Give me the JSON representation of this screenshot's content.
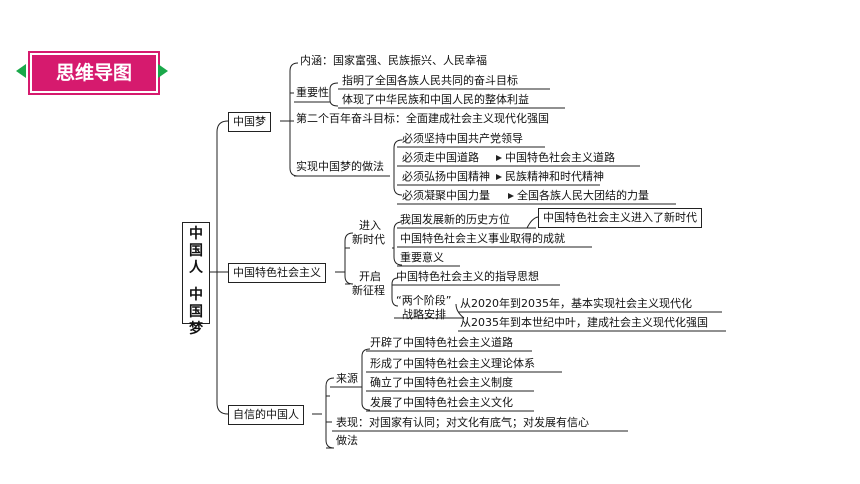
{
  "badge": {
    "title": "思维导图",
    "color": "#d61a6e",
    "accent": "#1aa84a"
  },
  "root": {
    "line1": "中国人",
    "line2": "中国梦"
  },
  "b1": {
    "label": "中国梦",
    "neihan": "内涵：国家富强、民族振兴、人民幸福",
    "zhongyao": "重要性",
    "zhongyao_items": [
      "指明了全国各族人民共同的奋斗目标",
      "体现了中华民族和中国人民的整体利益"
    ],
    "goal2": "第二个百年奋斗目标：全面建成社会主义现代化强国",
    "shixian": "实现中国梦的做法",
    "shixian_items": [
      {
        "left": "必须坚持中国共产党领导",
        "right": ""
      },
      {
        "left": "必须走中国道路",
        "right": "中国特色社会主义道路"
      },
      {
        "left": "必须弘扬中国精神",
        "right": "民族精神和时代精神"
      },
      {
        "left": "必须凝聚中国力量",
        "right": "全国各族人民大团结的力量"
      }
    ]
  },
  "b2": {
    "label": "中国特色社会主义",
    "jinru": [
      "进入",
      "新时代"
    ],
    "jinru_items": [
      "我国发展新的历史方位",
      "中国特色社会主义事业取得的成就",
      "重要意义"
    ],
    "new_era": "中国特色社会主义进入了新时代",
    "kaiqi": [
      "开启",
      "新征程"
    ],
    "zhidao": "中国特色社会主义的指导思想",
    "liangge": [
      "“两个阶段”",
      "战略安排"
    ],
    "stages": [
      "从2020年到2035年，基本实现社会主义现代化",
      "从2035年到本世纪中叶，建成社会主义现代化强国"
    ]
  },
  "b3": {
    "label": "自信的中国人",
    "laiyuan": "来源",
    "laiyuan_items": [
      "开辟了中国特色社会主义道路",
      "形成了中国特色社会主义理论体系",
      "确立了中国特色社会主义制度",
      "发展了中国特色社会主义文化"
    ],
    "biaoxian": "表现：对国家有认同；对文化有底气；对发展有信心",
    "zuofa": "做法"
  }
}
